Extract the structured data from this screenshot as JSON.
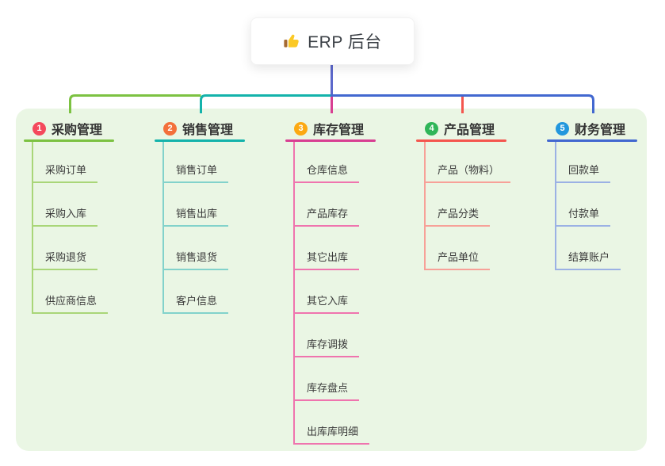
{
  "root": {
    "icon": "thumbs-up-icon",
    "label": "ERP 后台"
  },
  "panel_color": "#eaf6e4",
  "stub_color": "#5c68cb",
  "branches": [
    {
      "number": "1",
      "label": "采购管理",
      "badge_color": "#f4495c",
      "line_color": "#7cc242",
      "light_color": "#a9d678",
      "children": [
        "采购订单",
        "采购入库",
        "采购退货",
        "供应商信息"
      ]
    },
    {
      "number": "2",
      "label": "销售管理",
      "badge_color": "#f3703b",
      "line_color": "#14b3ab",
      "light_color": "#82d2cb",
      "children": [
        "销售订单",
        "销售出库",
        "销售退货",
        "客户信息"
      ]
    },
    {
      "number": "3",
      "label": "库存管理",
      "badge_color": "#fca912",
      "line_color": "#d83f92",
      "light_color": "#ef74ae",
      "children": [
        "仓库信息",
        "产品库存",
        "其它出库",
        "其它入库",
        "库存调拨",
        "库存盘点",
        "出库库明细"
      ]
    },
    {
      "number": "4",
      "label": "产品管理",
      "badge_color": "#2fb558",
      "line_color": "#f4564e",
      "light_color": "#f7a198",
      "children": [
        "产品（物料）",
        "产品分类",
        "产品单位"
      ]
    },
    {
      "number": "5",
      "label": "财务管理",
      "badge_color": "#2297dd",
      "line_color": "#4268d0",
      "light_color": "#9bb1e4",
      "children": [
        "回款单",
        "付款单",
        "结算账户"
      ]
    }
  ]
}
